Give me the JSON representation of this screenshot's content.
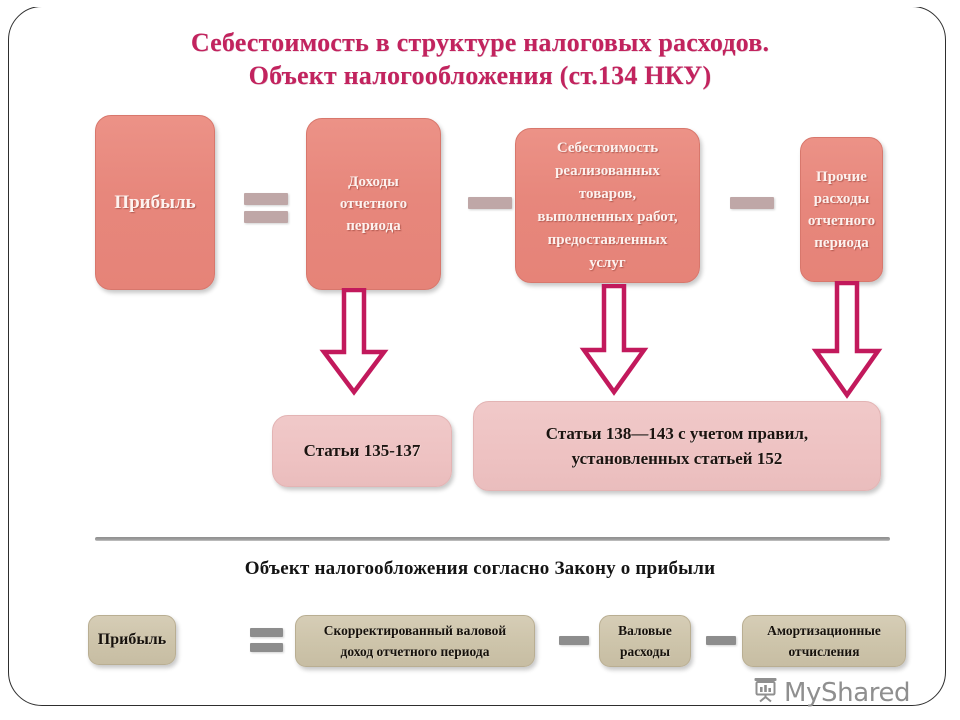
{
  "title": {
    "line1": "Себестоимость в структуре налоговых расходов.",
    "line2": "Объект налогообложения (ст.134 НКУ)",
    "color": "#c2235e"
  },
  "equation_top": {
    "boxes": [
      {
        "id": "profit",
        "label": "Прибыль"
      },
      {
        "id": "income",
        "label": "Доходы\nотчетного\nпериода"
      },
      {
        "id": "cost",
        "label": "Себестоимость\nреализованных\nтоваров,\nвыполненных работ,\nпредоставленных\nуслуг"
      },
      {
        "id": "other-expense",
        "label": "Прочие\nрасходы\nотчетного\nпериода"
      }
    ],
    "operators": [
      "=",
      "−",
      "−"
    ],
    "box_color": "#e7877c",
    "operator_color": "#bfa7a7"
  },
  "references": [
    {
      "id": "articles-135-137",
      "label": "Статьи 135-137"
    },
    {
      "id": "articles-138-143",
      "label": "Статьи 138—143 с учетом правил,\nустановленных статьей 152"
    }
  ],
  "reference_box_color": "#eec2c2",
  "arrow_color": "#c2195c",
  "bottom_section": {
    "heading": "Объект налогообложения согласно Закону о прибыли",
    "boxes": [
      {
        "id": "profit",
        "label": "Прибыль"
      },
      {
        "id": "gross-income",
        "label": "Скорректированный  валовой\nдоход отчетного периода"
      },
      {
        "id": "gross-expense",
        "label": "Валовые\nрасходы"
      },
      {
        "id": "depreciation",
        "label": "Амортизационные\nотчисления"
      }
    ],
    "operators": [
      "=",
      "−",
      "−"
    ],
    "box_color": "#cdc4aa",
    "operator_color": "#8d8d8d"
  },
  "watermark": {
    "text": "MyShared",
    "icon": "presentation-chart-icon",
    "color": "#8f8f8f"
  }
}
